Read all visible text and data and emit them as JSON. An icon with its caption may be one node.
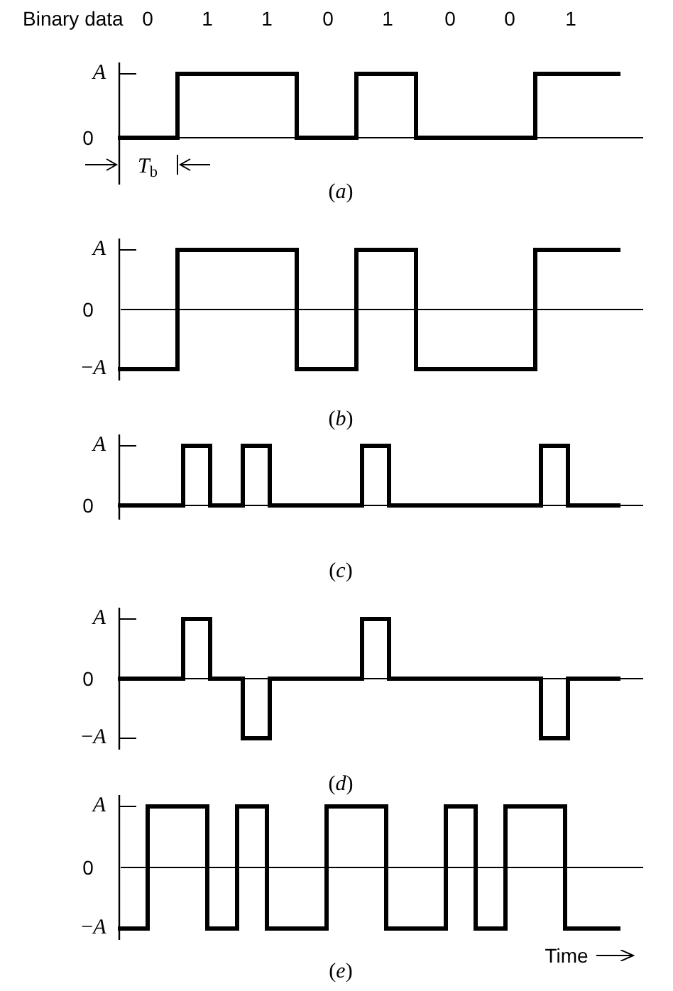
{
  "diagram": {
    "labels": [
      "Binary data",
      "0",
      "1",
      "1",
      "0",
      "1",
      "0",
      "0",
      "1",
      "A",
      "0",
      "*T*$_{b}$",
      "(*a*)",
      "A",
      "0",
      "−*A*",
      "(*b*)",
      "A",
      "0",
      "(*c*)",
      "A",
      "0",
      "−*A*",
      "(*d*)",
      "A",
      "0",
      "−*A*",
      "Time",
      "(*e*)"
    ]
  }
}
